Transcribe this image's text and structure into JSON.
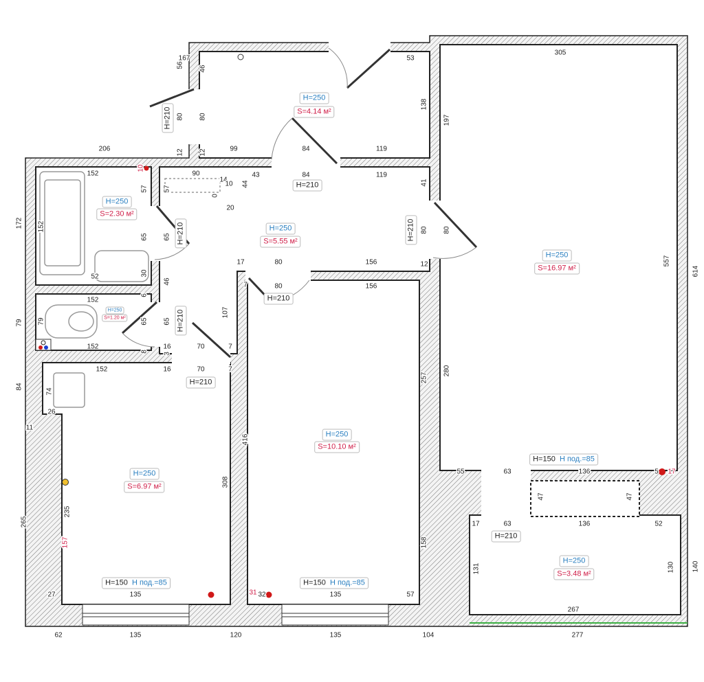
{
  "rooms": {
    "hall_top": {
      "height": "H=250",
      "area": "S=4.14 м²"
    },
    "bathroom": {
      "height": "H=250",
      "area": "S=2.30 м²"
    },
    "toilet": {
      "height": "H=250",
      "area": "S=1.20 м²"
    },
    "corridor": {
      "height": "H=250",
      "area": "S=5.55 м²"
    },
    "kitchen": {
      "height": "H=250",
      "area": "S=6.97 м²"
    },
    "middle_room": {
      "height": "H=250",
      "area": "S=10.10 м²"
    },
    "big_room": {
      "height": "H=250",
      "area": "S=16.97 м²"
    },
    "balcony": {
      "height": "H=250",
      "area": "S=3.48 м²"
    }
  },
  "door_heights": {
    "entrance": "H=210",
    "corridor_arch": "H=210",
    "bathroom_door": "H=210",
    "toilet_door": "H=210",
    "kitchen_door": "H=210",
    "middle_room_door": "H=210",
    "big_room_door": "H=210",
    "balcony_door": "H=210"
  },
  "windows": {
    "kitchen": {
      "height": "H=150",
      "sill": "H под.=85"
    },
    "middle_room": {
      "height": "H=150",
      "sill": "H под.=85"
    },
    "big_room": {
      "height": "H=150",
      "sill": "H под.=85"
    }
  },
  "dimensions": [
    "167",
    "53",
    "56",
    "46",
    "138",
    "197",
    "305",
    "80",
    "80",
    "12",
    "12",
    "206",
    "99",
    "84",
    "119",
    "43",
    "84",
    "119",
    "44",
    "41",
    "152",
    "10",
    "90",
    "14",
    "10",
    "57",
    "57",
    "0",
    "20",
    "172",
    "152",
    "65",
    "65",
    "80",
    "80",
    "17",
    "80",
    "156",
    "12",
    "52",
    "30",
    "46",
    "7",
    "80",
    "156",
    "152",
    "6",
    "107",
    "79",
    "79",
    "65",
    "65",
    "152",
    "16",
    "70",
    "7",
    "8",
    "3",
    "152",
    "16",
    "70",
    "7",
    "257",
    "280",
    "557",
    "614",
    "84",
    "74",
    "26",
    "11",
    "416",
    "308",
    "265",
    "235",
    "157",
    "55",
    "63",
    "136",
    "5",
    "17",
    "47",
    "47",
    "17",
    "63",
    "136",
    "52",
    "131",
    "130",
    "140",
    "158",
    "27",
    "135",
    "31",
    "32",
    "135",
    "57",
    "267",
    "62",
    "135",
    "120",
    "135",
    "104",
    "277"
  ],
  "colors": {
    "wall_hatch": "#555555",
    "height_label": "#2a7fc0",
    "area_label": "#d0204a",
    "riser": "#d01818",
    "balcony_edge": "#3cb043"
  }
}
